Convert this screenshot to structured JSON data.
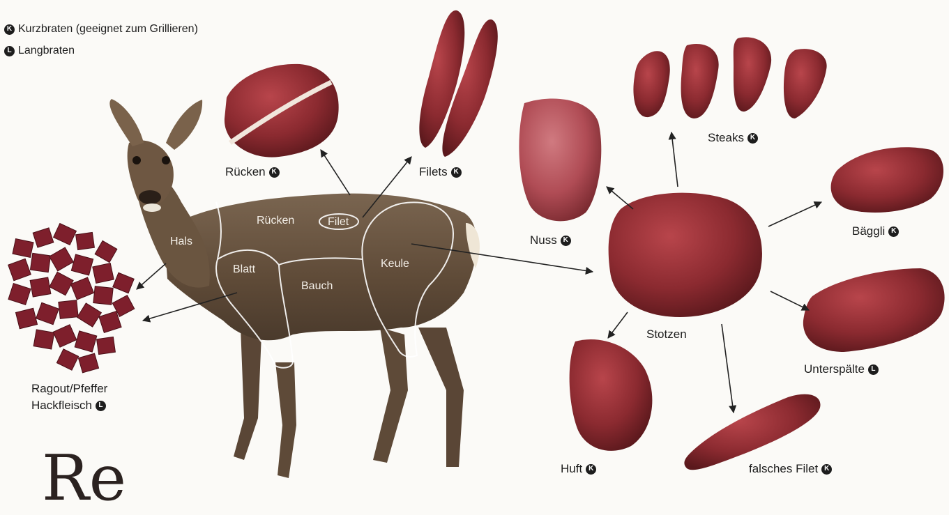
{
  "legend": {
    "kurz": {
      "badge": "K",
      "text": "Kurzbraten (geeignet zum Grillieren)"
    },
    "lang": {
      "badge": "L",
      "text": "Langbraten"
    }
  },
  "body_parts": {
    "hals": "Hals",
    "ruecken": "Rücken",
    "filet": "Filet",
    "blatt": "Blatt",
    "bauch": "Bauch",
    "keule": "Keule"
  },
  "cuts": {
    "ruecken": {
      "name": "Rücken",
      "badge": "K"
    },
    "filets": {
      "name": "Filets",
      "badge": "K"
    },
    "nuss": {
      "name": "Nuss",
      "badge": "K"
    },
    "steaks": {
      "name": "Steaks",
      "badge": "K"
    },
    "baeggli": {
      "name": "Bäggli",
      "badge": "K"
    },
    "stotzen": {
      "name": "Stotzen"
    },
    "unterspaelte": {
      "name": "Unterspälte",
      "badge": "L"
    },
    "huft": {
      "name": "Huft",
      "badge": "K"
    },
    "falsches_filet": {
      "name": "falsches Filet",
      "badge": "K"
    },
    "ragout": {
      "line1": "Ragout/Pfeffer",
      "line2": "Hackfleisch",
      "badge": "L"
    }
  },
  "title_fragment": "Re",
  "colors": {
    "meat": "#8e2a30",
    "meat_dark": "#5e1a1e",
    "meat_light": "#b5474c",
    "deer": "#6b5640",
    "outline": "#ffffff"
  }
}
